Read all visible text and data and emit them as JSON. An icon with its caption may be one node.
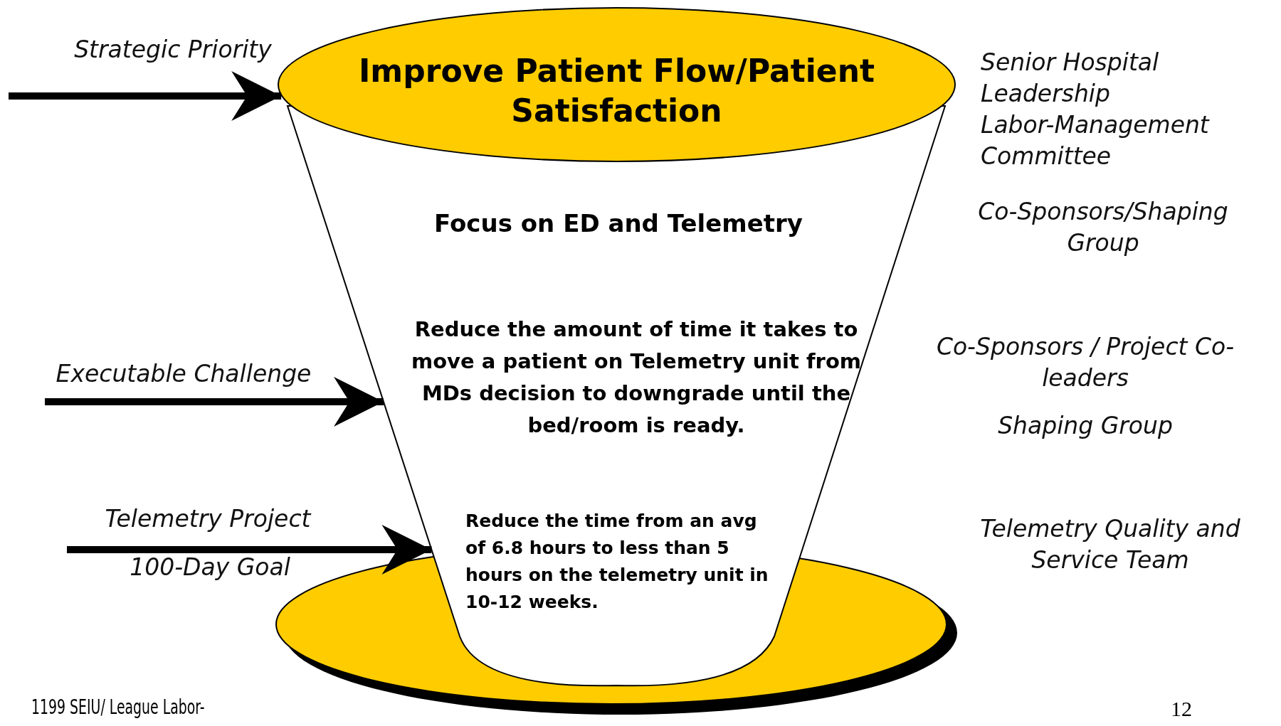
{
  "diagram": {
    "nodes": [
      {
        "text": [
          "Improve Patient Flow/Patient Satisfaction"
        ]
      },
      {
        "text": [
          "Focus on ED and Telemetry",
          "Reduce the amount of time it takes to move a patient on Telemetry unit from MDs decision to downgrade until the bed/room is ready.",
          "Reduce the time from an avg of 6.8 hours to less than 5 hours on the telemetry unit in 10-12 weeks."
        ]
      }
    ],
    "edges": [
      {
        "from": null,
        "to": 0,
        "arrow": "to"
      },
      {
        "from": null,
        "to": 1,
        "arrow": "to"
      },
      {
        "from": null,
        "to": 1,
        "arrow": "to"
      }
    ],
    "labels": [
      "Strategic Priority",
      "Senior Hospital Leadership",
      "Labor-Management Committee",
      "Co-Sponsors/Shaping Group",
      "Co-Sponsors / Project Co-leaders",
      "Executable Challenge",
      "Shaping Group",
      "Telemetry Project",
      "Telemetry Quality and Service Team",
      "100-Day Goal",
      "1199 SEIU/ League Labor-",
      "12"
    ]
  }
}
